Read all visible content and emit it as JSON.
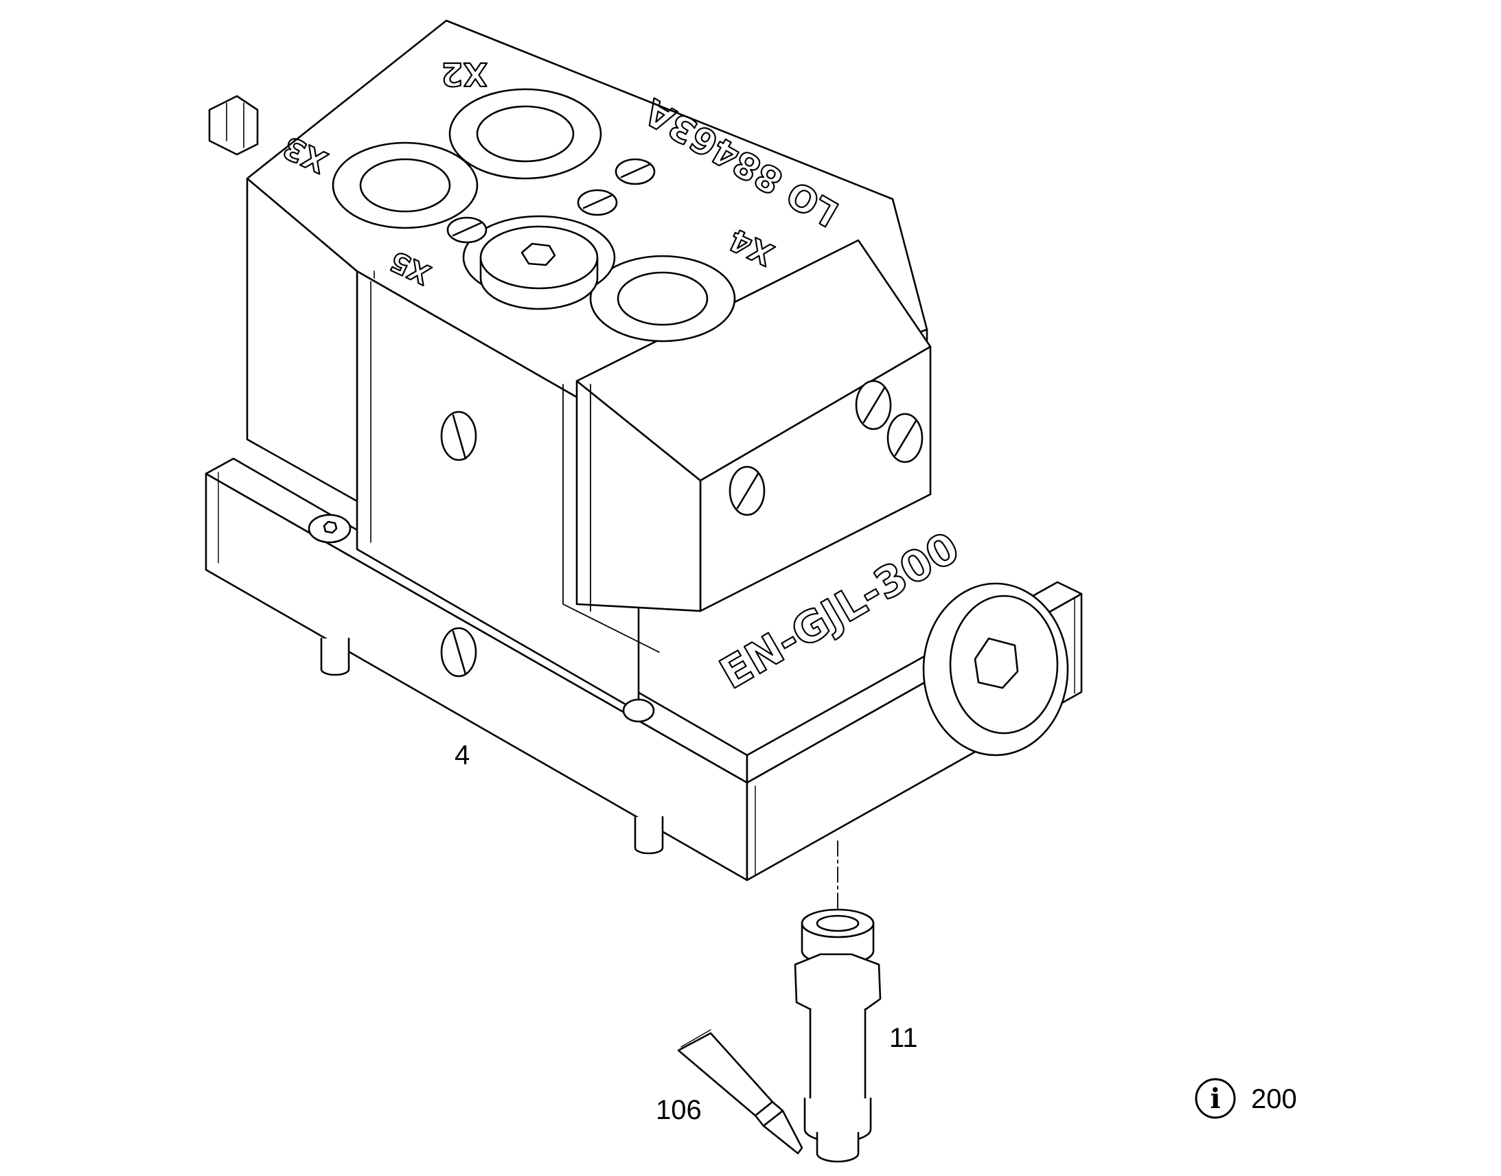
{
  "part_markings": {
    "port_x2": "X2",
    "port_x3": "X3",
    "port_x4": "X4",
    "port_x5": "X5",
    "part_number": "LO 88463A",
    "model_name": "EN-GJL-300"
  },
  "callouts": {
    "housing": "4",
    "fitting": "11",
    "sealant_tube": "106",
    "info_reference": "200"
  },
  "icons": {
    "info": "info-icon",
    "info_glyph": "i"
  },
  "colors": {
    "line": "#000000",
    "background": "#ffffff"
  }
}
